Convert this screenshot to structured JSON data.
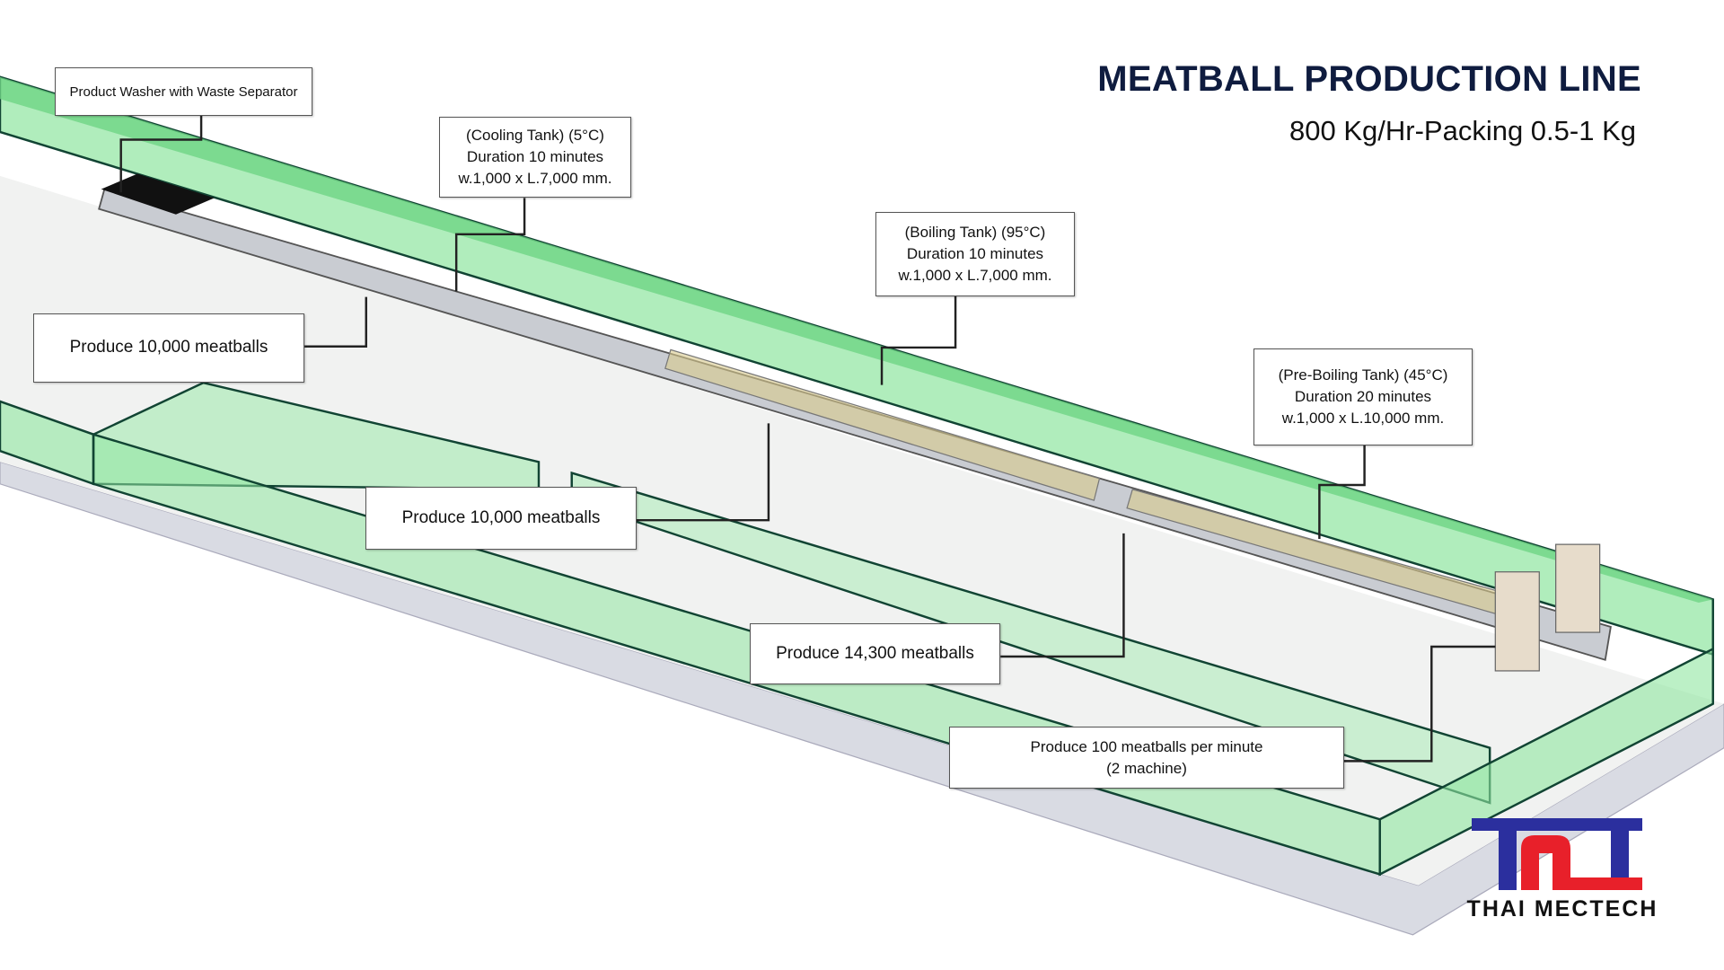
{
  "header": {
    "title": "MEATBALL PRODUCTION LINE",
    "subtitle": "800 Kg/Hr-Packing 0.5-1 Kg"
  },
  "labels": {
    "washer": "Product Washer with Waste Separator",
    "cooling": [
      "(Cooling Tank) (5°C)",
      "Duration 10 minutes",
      "w.1,000 x L.7,000 mm."
    ],
    "boiling": [
      "(Boiling Tank) (95°C)",
      "Duration 10 minutes",
      "w.1,000 x L.7,000 mm."
    ],
    "preboiling": [
      "(Pre-Boiling Tank) (45°C)",
      "Duration 20 minutes",
      "w.1,000 x L.10,000 mm."
    ],
    "produce_cooling": "Produce 10,000 meatballs",
    "produce_boiling": "Produce 10,000 meatballs",
    "produce_preboiling": "Produce 14,300 meatballs",
    "produce_former": [
      "Produce 100 meatballs per minute",
      "(2 machine)"
    ]
  },
  "logo": {
    "mark": "TMC",
    "text": "THAI MECTECH",
    "colors": {
      "blue": "#2b2f9e",
      "red": "#e8202a"
    }
  },
  "colors": {
    "green": "#7de08f",
    "title": "#0f1c3f"
  }
}
